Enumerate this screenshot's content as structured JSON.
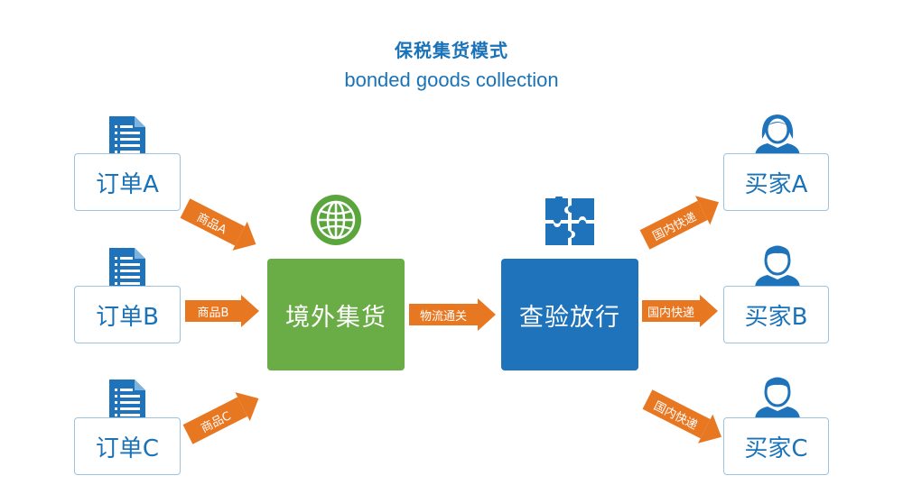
{
  "title": {
    "cn": "保税集货模式",
    "en": "bonded goods collection"
  },
  "orders": [
    {
      "label": "订单A"
    },
    {
      "label": "订单B"
    },
    {
      "label": "订单C"
    }
  ],
  "order_arrows": [
    {
      "label": "商品A"
    },
    {
      "label": "商品B"
    },
    {
      "label": "商品C"
    }
  ],
  "hubs": {
    "consolidation": "境外集货",
    "inspection": "查验放行"
  },
  "middle_arrow": {
    "label": "物流通关"
  },
  "buyer_arrows": [
    {
      "label": "国内快递"
    },
    {
      "label": "国内快递"
    },
    {
      "label": "国内快递"
    }
  ],
  "buyers": [
    {
      "label": "买家A"
    },
    {
      "label": "买家B"
    },
    {
      "label": "买家C"
    }
  ],
  "colors": {
    "primary_blue": "#1e73ba",
    "green": "#6aac45",
    "orange": "#e87722",
    "border": "#9fc3df"
  }
}
